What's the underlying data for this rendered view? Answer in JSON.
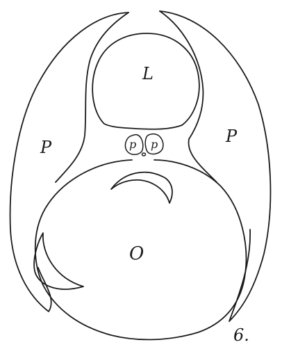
{
  "figure": {
    "labels": {
      "top_chamber": "L",
      "left_region": "P",
      "right_region": "P",
      "small_left": "p",
      "small_right": "p",
      "bottom_chamber": "O",
      "figure_number": "6."
    }
  }
}
